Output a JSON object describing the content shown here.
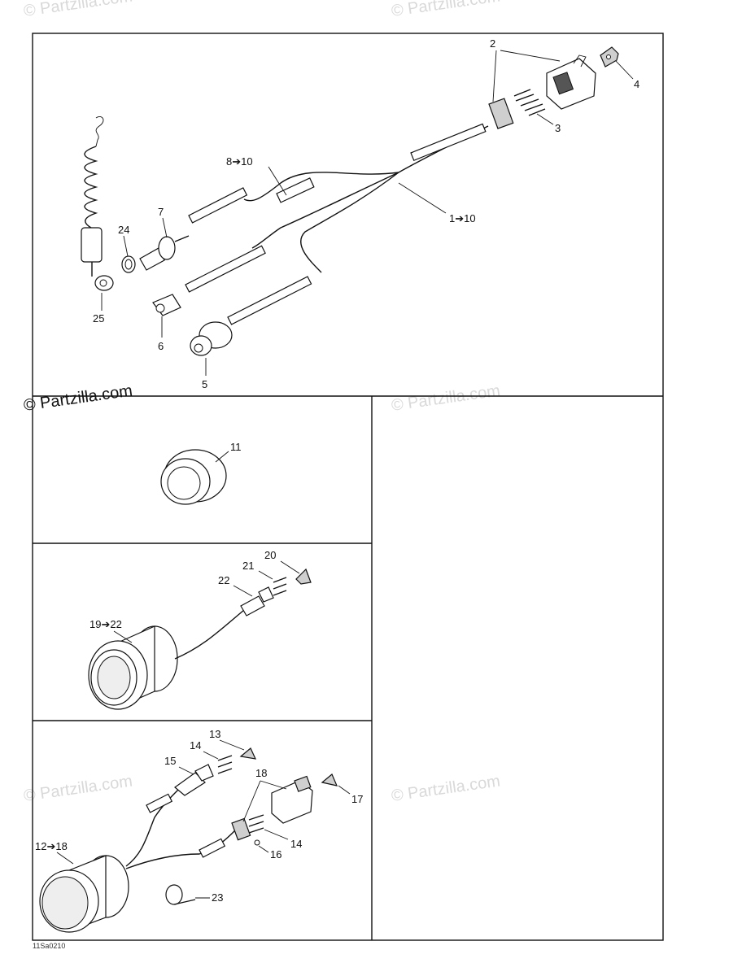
{
  "watermarks": {
    "top_left": "© Partzilla.com",
    "top_right": "© Partzilla.com",
    "center_left": "© Partzilla.com",
    "center_right": "© Partzilla.com",
    "lower_left": "© Partzilla.com",
    "lower_right": "© Partzilla.com"
  },
  "drawing_code": "11Sa0210",
  "callouts": {
    "c2": "2",
    "c4": "4",
    "c3": "3",
    "c8_10": "8➔10",
    "c1_10": "1➔10",
    "c7": "7",
    "c24": "24",
    "c25": "25",
    "c6": "6",
    "c5": "5",
    "c11": "11",
    "c20": "20",
    "c21": "21",
    "c22": "22",
    "c19_22": "19➔22",
    "c13": "13",
    "c14a": "14",
    "c15": "15",
    "c18": "18",
    "c17": "17",
    "c14b": "14",
    "c16": "16",
    "c12_18": "12➔18",
    "c23": "23"
  }
}
